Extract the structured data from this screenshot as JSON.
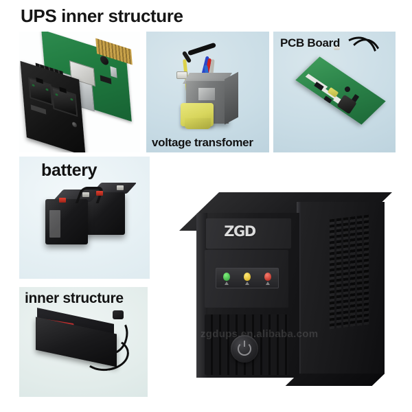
{
  "page": {
    "title": "UPS inner structure"
  },
  "panels": [
    {
      "id": "snmp-card",
      "label": "",
      "subject": "ups-snmp-network-card-photo",
      "background": "#fdfefe"
    },
    {
      "id": "voltage-transformer",
      "label": "voltage transfomer",
      "subject": "voltage-transformer-photo",
      "background": "#cadde6"
    },
    {
      "id": "pcb-board",
      "label": "PCB Board",
      "subject": "pcb-board-photo",
      "background": "#cadde6"
    },
    {
      "id": "battery",
      "label": "battery",
      "subject": "ups-battery-pair-photo",
      "background": "#e6f0f4"
    },
    {
      "id": "inner-structure",
      "label": "inner structure",
      "subject": "ups-inner-chassis-photo",
      "background": "#e2ecea"
    }
  ],
  "ups": {
    "brand_logo": "ZGD",
    "watermark": "zgdups.en.alibaba.com",
    "leds": [
      {
        "name": "power-led",
        "color": "#3fb54a"
      },
      {
        "name": "battery-led",
        "color": "#e8c427"
      },
      {
        "name": "fault-led",
        "color": "#cf2a22"
      }
    ],
    "power_button": "power-button"
  },
  "colors": {
    "title_text": "#161616",
    "label_text": "#121212",
    "chassis_dark": "#1b1b1d",
    "pcb_green": "#2b8349",
    "battery_terminal_red": "#c0301f"
  }
}
